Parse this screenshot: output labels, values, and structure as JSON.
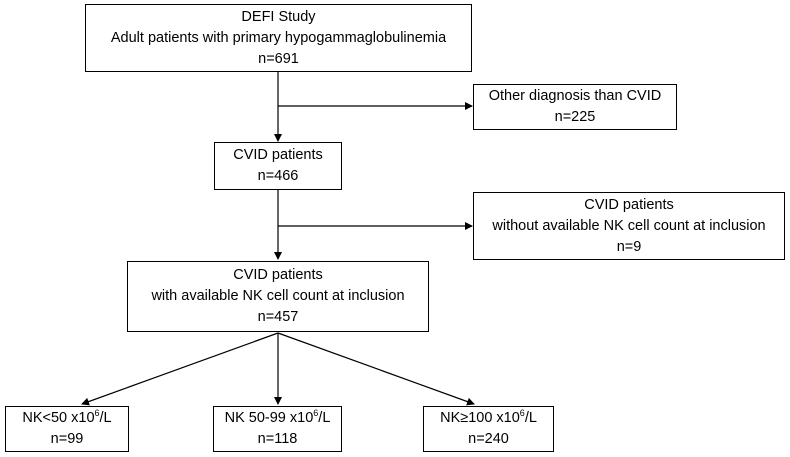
{
  "boxes": {
    "study": {
      "line1": "DEFI Study",
      "line2": "Adult patients with primary hypogammaglobulinemia",
      "line3": "n=691"
    },
    "other": {
      "line1": "Other diagnosis than CVID",
      "line2": "n=225"
    },
    "cvid": {
      "line1": "CVID patients",
      "line2": "n=466"
    },
    "without_nk": {
      "line1": "CVID patients",
      "line2": "without available NK cell count at inclusion",
      "line3": "n=9"
    },
    "with_nk": {
      "line1": "CVID patients",
      "line2": "with available NK cell count at inclusion",
      "line3": "n=457"
    },
    "nk_low": {
      "prefix": "NK<50 x10",
      "exp": "6",
      "suffix": "/L",
      "count": "n=99"
    },
    "nk_mid": {
      "prefix": "NK 50-99 x10",
      "exp": "6",
      "suffix": "/L",
      "count": "n=118"
    },
    "nk_high": {
      "prefix": "NK≥100 x10",
      "exp": "6",
      "suffix": "/L",
      "count": "n=240"
    }
  }
}
